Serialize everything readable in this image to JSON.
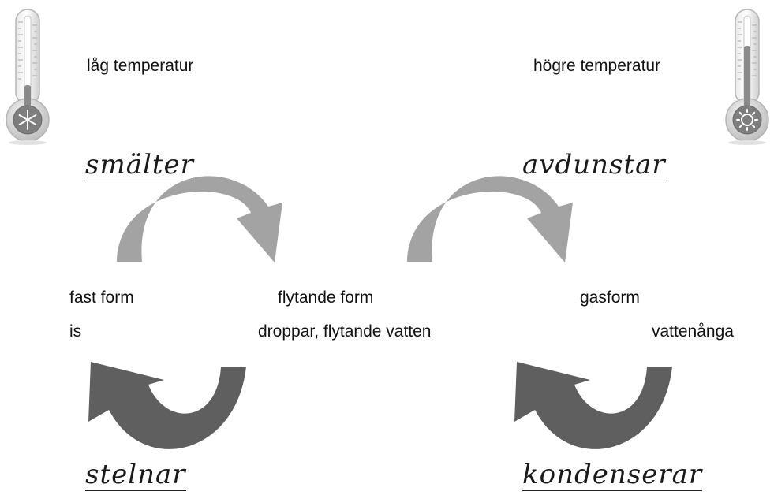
{
  "states": {
    "solid": {
      "label": "fast form",
      "example": "is"
    },
    "liquid": {
      "label": "flytande form",
      "example": "droppar, flytande vatten"
    },
    "gas": {
      "label": "gasform",
      "example": "vattenånga"
    }
  },
  "temperatures": {
    "low": "låg temperatur",
    "high": "högre temperatur"
  },
  "processes": {
    "melting": "smälter",
    "evaporating": "avdunstar",
    "freezing": "stelnar",
    "condensing": "kondenserar"
  },
  "icons": {
    "cold_thermometer": "snowflake-thermometer-icon",
    "warm_thermometer": "sun-thermometer-icon"
  },
  "colors": {
    "warming_arrow": "#a3a3a3",
    "cooling_arrow": "#5f5f5f"
  }
}
